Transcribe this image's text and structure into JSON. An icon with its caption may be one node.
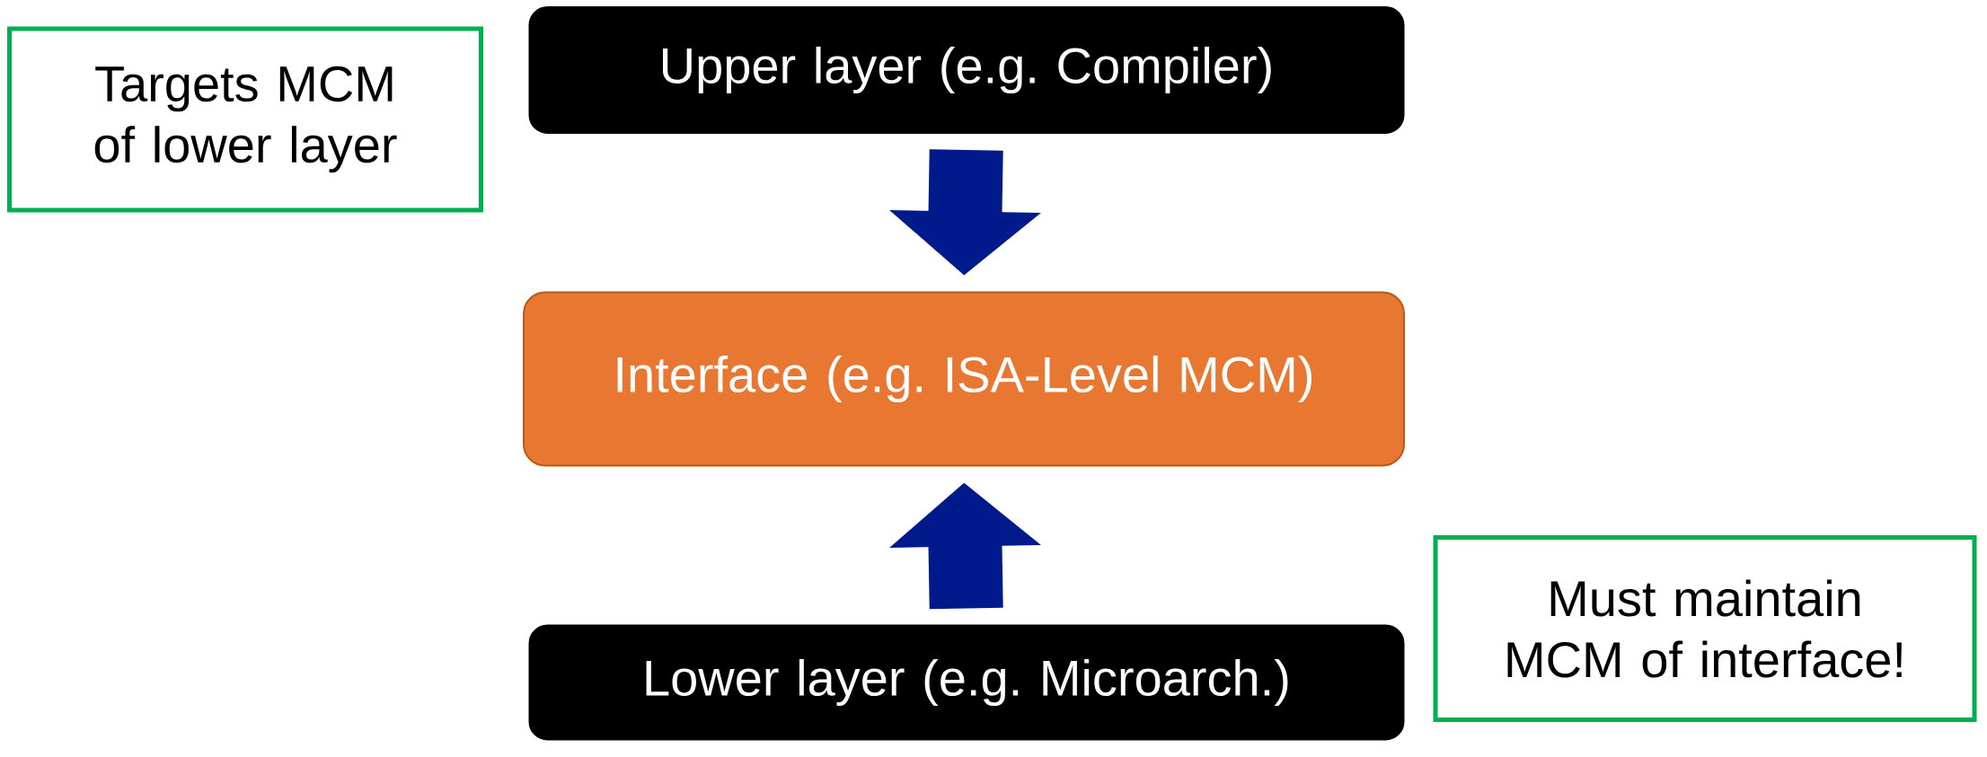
{
  "diagram": {
    "nodes": [
      {
        "text": [
          "Targets MCM of lower layer"
        ]
      },
      {
        "text": [
          "Upper layer (e.g. Compiler)"
        ]
      },
      {
        "text": [
          "Interface (e.g. ISA-Level MCM)"
        ]
      },
      {
        "text": [
          "Must maintain MCM of interface!"
        ]
      },
      {
        "text": [
          "Lower layer (e.g. Microarch.)"
        ]
      }
    ],
    "edges": [
      {
        "from": 1,
        "to": 2,
        "arrow": "to"
      },
      {
        "from": 4,
        "to": 2,
        "arrow": "to"
      }
    ]
  }
}
